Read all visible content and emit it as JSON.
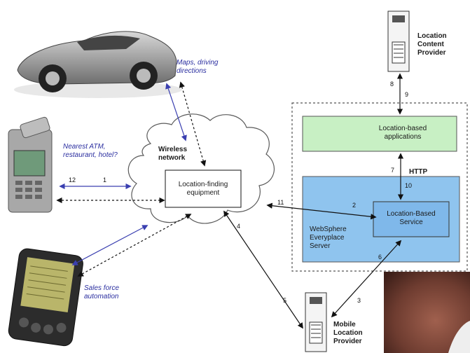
{
  "labels": {
    "maps": "Maps, driving directions",
    "atm": "Nearest ATM, restaurant, hotel?",
    "salesforce": "Sales force automation",
    "wireless_network": "Wireless network",
    "location_finding": "Location-finding equipment",
    "content_provider": "Location Content Provider",
    "location_apps": "Location-based applications",
    "http": "HTTP",
    "websphere": "WebSphere Everyplace Server",
    "lbs": "Location-Based Service",
    "mobile_provider": "Mobile Location Provider"
  },
  "numbers": {
    "n1": "1",
    "n2": "2",
    "n3": "3",
    "n4": "4",
    "n5": "5",
    "n6": "6",
    "n7": "7",
    "n8": "8",
    "n9": "9",
    "n10": "10",
    "n11": "11",
    "n12": "12"
  },
  "colors": {
    "blue_link": "#3a3fb0",
    "apps_box": "#c8f0c4",
    "server_box": "#8fc4ee",
    "lbs_box": "#7fb8ea",
    "photo_corner": "#7a4a3a"
  },
  "icons": {
    "car": "car-icon",
    "phone": "flip-phone-icon",
    "pda": "pda-icon",
    "cloud": "cloud-icon",
    "server": "server-tower-icon"
  }
}
